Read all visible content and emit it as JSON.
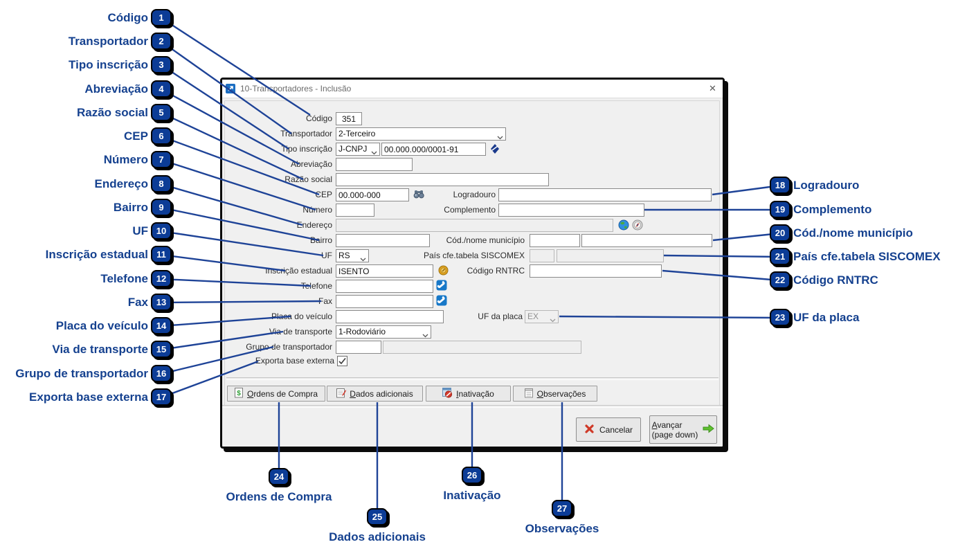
{
  "dlg": {
    "title": "10-Transportadores - Inclusão",
    "labels": {
      "codigo": "Código",
      "transportador": "Transportador",
      "tipo_inscricao": "Tipo inscrição",
      "abreviacao": "Abreviação",
      "razao_social": "Razão social",
      "cep": "CEP",
      "logradouro": "Logradouro",
      "numero": "Número",
      "complemento": "Complemento",
      "endereco": "Endereço",
      "bairro": "Bairro",
      "municipio": "Cód./nome município",
      "uf": "UF",
      "pais": "País cfe.tabela SISCOMEX",
      "insc_estadual": "Inscrição estadual",
      "rntrc": "Código RNTRC",
      "telefone": "Telefone",
      "fax": "Fax",
      "placa": "Placa do veículo",
      "uf_placa": "UF da placa",
      "via": "Via de transporte",
      "grupo": "Grupo de transportador",
      "exporta": "Exporta base externa"
    },
    "values": {
      "codigo": "351",
      "transportador": "2-Terceiro",
      "tipo_inscricao": "J-CNPJ",
      "cnpj": "00.000.000/0001-91",
      "cep": "00.000-000",
      "uf": "RS",
      "insc_estadual": "ISENTO",
      "uf_placa": "EX",
      "via": "1-Rodoviário"
    },
    "exporta_checked": true,
    "close_glyph": "✕",
    "toolbar": {
      "ordens": "Ordens de Compra",
      "dados": "Dados adicionais",
      "inativacao": "Inativação",
      "observacoes": "Observações"
    },
    "actions": {
      "cancelar": "Cancelar",
      "avancar1": "Avançar",
      "avancar2": "(page down)"
    }
  },
  "callouts": [
    {
      "n": "1",
      "label": "Código"
    },
    {
      "n": "2",
      "label": "Transportador"
    },
    {
      "n": "3",
      "label": "Tipo inscrição"
    },
    {
      "n": "4",
      "label": "Abreviação"
    },
    {
      "n": "5",
      "label": "Razão social"
    },
    {
      "n": "6",
      "label": "CEP"
    },
    {
      "n": "7",
      "label": "Número"
    },
    {
      "n": "8",
      "label": "Endereço"
    },
    {
      "n": "9",
      "label": "Bairro"
    },
    {
      "n": "10",
      "label": "UF"
    },
    {
      "n": "11",
      "label": "Inscrição estadual"
    },
    {
      "n": "12",
      "label": "Telefone"
    },
    {
      "n": "13",
      "label": "Fax"
    },
    {
      "n": "14",
      "label": "Placa do veículo"
    },
    {
      "n": "15",
      "label": "Via de transporte"
    },
    {
      "n": "16",
      "label": "Grupo de transportador"
    },
    {
      "n": "17",
      "label": "Exporta base externa"
    },
    {
      "n": "18",
      "label": "Logradouro"
    },
    {
      "n": "19",
      "label": "Complemento"
    },
    {
      "n": "20",
      "label": "Cód./nome município"
    },
    {
      "n": "21",
      "label": "País cfe.tabela SISCOMEX"
    },
    {
      "n": "22",
      "label": "Código RNTRC"
    },
    {
      "n": "23",
      "label": "UF da placa"
    },
    {
      "n": "24",
      "label": "Ordens de Compra"
    },
    {
      "n": "25",
      "label": "Dados adicionais"
    },
    {
      "n": "26",
      "label": "Inativação"
    },
    {
      "n": "27",
      "label": "Observações"
    }
  ],
  "colors": {
    "accent_line": "#1e4397",
    "badge": "#0c3c96",
    "callout_text": "#15418f"
  }
}
